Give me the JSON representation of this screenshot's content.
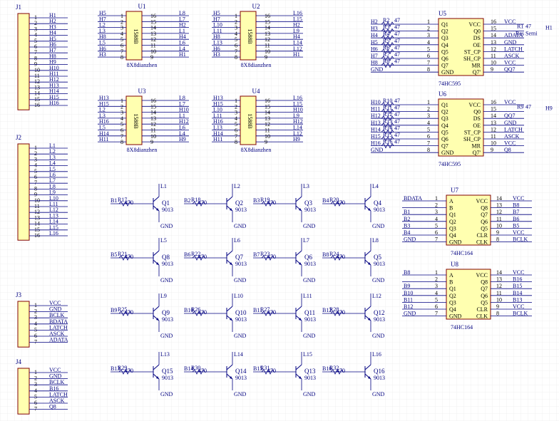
{
  "headers": [
    {
      "ref": "J1",
      "nets": [
        "H1",
        "H2",
        "H3",
        "H4",
        "H5",
        "H6",
        "H7",
        "H8",
        "H9",
        "H10",
        "H11",
        "H12",
        "H13",
        "H14",
        "H15",
        "H16"
      ]
    },
    {
      "ref": "J2",
      "nets": [
        "L1",
        "L2",
        "L3",
        "L4",
        "L5",
        "L6",
        "L7",
        "L8",
        "L9",
        "L10",
        "L11",
        "L12",
        "L13",
        "L14",
        "L15",
        "L16"
      ]
    },
    {
      "ref": "J3",
      "nets": [
        "VCC",
        "GND",
        "BCLK",
        "BDATA",
        "LATCH",
        "ASCK",
        "ADATA"
      ]
    },
    {
      "ref": "J4",
      "nets": [
        "VCC",
        "GND",
        "BCLK",
        "B16",
        "LATCH",
        "ASCK",
        "Q8"
      ]
    }
  ],
  "matrices": [
    {
      "ref": "U1",
      "label": "8X8dianzhen",
      "part": "1588B",
      "left": [
        "H5",
        "H7",
        "L2",
        "L3",
        "H8",
        "L5",
        "H6",
        "H3"
      ],
      "right": [
        "L8",
        "L7",
        "H2",
        "L1",
        "H4",
        "L6",
        "L4",
        "H1"
      ]
    },
    {
      "ref": "U2",
      "label": "8X8dianzhen",
      "part": "1588B",
      "left": [
        "H5",
        "H7",
        "L10",
        "L11",
        "H8",
        "L13",
        "H6",
        "H3"
      ],
      "right": [
        "L16",
        "L15",
        "H2",
        "L9",
        "H4",
        "L14",
        "L12",
        "H1"
      ]
    },
    {
      "ref": "U3",
      "label": "8X8dianzhen",
      "part": "1588B",
      "left": [
        "H13",
        "H15",
        "L2",
        "L3",
        "H16",
        "L5",
        "H14",
        "H11"
      ],
      "right": [
        "L8",
        "L7",
        "H10",
        "L1",
        "H12",
        "L6",
        "L4",
        "H9"
      ]
    },
    {
      "ref": "U4",
      "label": "8X8dianzhen",
      "part": "1588B",
      "left": [
        "H13",
        "H15",
        "L10",
        "L11",
        "H16",
        "L13",
        "H14",
        "H11"
      ],
      "right": [
        "L16",
        "L15",
        "H10",
        "L9",
        "H12",
        "L14",
        "L12",
        "H9"
      ]
    }
  ],
  "shift_regs": [
    {
      "ref": "U5",
      "part": "74HC595",
      "inputs": [
        "H2",
        "H3",
        "H4",
        "H5",
        "H6",
        "H7",
        "H8",
        "GND"
      ],
      "res": [
        "R2",
        "R3",
        "R4",
        "R5",
        "R6",
        "R7",
        "R8"
      ],
      "res_val": "47",
      "lpins": [
        "Q1",
        "Q2",
        "Q3",
        "Q4",
        "Q5",
        "Q6",
        "Q7",
        "GND"
      ],
      "rpins": [
        "VCC",
        "Q0",
        "DS",
        "OE",
        "ST_CP",
        "SH_CP",
        "MR",
        "Q7'"
      ],
      "rnets": [
        "VCC",
        "",
        "ADATA",
        "GND",
        "LATCH",
        "ASCK",
        "VCC",
        "QQ7"
      ],
      "extra_res": "R1",
      "extra_val": "47",
      "extra_net": "H1",
      "extra_lbl": "Res Semi"
    },
    {
      "ref": "U6",
      "part": "74HC595",
      "inputs": [
        "H10",
        "H11",
        "H12",
        "H13",
        "H14",
        "H15",
        "H16",
        "GND"
      ],
      "res": [
        "R10",
        "R11",
        "R12",
        "R13",
        "R14",
        "R15",
        "R16"
      ],
      "res_val": "47",
      "lpins": [
        "Q1",
        "Q2",
        "Q3",
        "Q4",
        "Q5",
        "Q6",
        "Q7",
        "GND"
      ],
      "rpins": [
        "VCC",
        "Q0",
        "DS",
        "OE",
        "ST_CP",
        "SH_CP",
        "MR",
        "Q7'"
      ],
      "rnets": [
        "VCC",
        "",
        "QQ7",
        "GND",
        "LATCH",
        "ASCK",
        "VCC",
        "Q8"
      ],
      "extra_res": "R9",
      "extra_val": "47",
      "extra_net": "H9",
      "extra_lbl": ""
    }
  ],
  "counters": [
    {
      "ref": "U7",
      "part": "74HC164",
      "lnets": [
        "BDATA",
        "",
        "B1",
        "B2",
        "B3",
        "B4",
        "GND"
      ],
      "lpins": [
        "A",
        "B",
        "Q1",
        "Q2",
        "Q3",
        "Q4",
        "GND"
      ],
      "rpins": [
        "VCC",
        "Q8",
        "Q7",
        "Q6",
        "Q5",
        "CLR",
        "CLK"
      ],
      "rnets": [
        "VCC",
        "B8",
        "B7",
        "B6",
        "B5",
        "VCC",
        "BCLK"
      ]
    },
    {
      "ref": "U8",
      "part": "74HC164",
      "lnets": [
        "B8",
        "",
        "B9",
        "B10",
        "B11",
        "B12",
        "GND"
      ],
      "lpins": [
        "A",
        "B",
        "Q1",
        "Q2",
        "Q3",
        "Q4",
        "GND"
      ],
      "rpins": [
        "VCC",
        "Q8",
        "Q7",
        "Q6",
        "Q5",
        "CLR",
        "CLK"
      ],
      "rnets": [
        "VCC",
        "B16",
        "B15",
        "B14",
        "B13",
        "VCC",
        "BCLK"
      ]
    }
  ],
  "transistors": [
    {
      "ref": "Q1",
      "base": "B1",
      "res": "R17",
      "col": "L1"
    },
    {
      "ref": "Q2",
      "base": "B2",
      "res": "R18",
      "col": "L2"
    },
    {
      "ref": "Q3",
      "base": "B3",
      "res": "R19",
      "col": "L3"
    },
    {
      "ref": "Q4",
      "base": "B4",
      "res": "R20",
      "col": "L4"
    },
    {
      "ref": "Q8",
      "base": "B5",
      "res": "R21",
      "col": "L5"
    },
    {
      "ref": "Q7",
      "base": "B6",
      "res": "R22",
      "col": "L6"
    },
    {
      "ref": "Q6",
      "base": "B7",
      "res": "R23",
      "col": "L7"
    },
    {
      "ref": "Q5",
      "base": "B8",
      "res": "R24",
      "col": "L8"
    },
    {
      "ref": "Q9",
      "base": "B9",
      "res": "R25",
      "col": "L9"
    },
    {
      "ref": "Q10",
      "base": "B10",
      "res": "R26",
      "col": "L10"
    },
    {
      "ref": "Q11",
      "base": "B11",
      "res": "R27",
      "col": "L11"
    },
    {
      "ref": "Q12",
      "base": "B12",
      "res": "R28",
      "col": "L12"
    },
    {
      "ref": "Q15",
      "base": "B13",
      "res": "R29",
      "col": "L13"
    },
    {
      "ref": "Q14",
      "base": "B14",
      "res": "R30",
      "col": "L14"
    },
    {
      "ref": "Q13",
      "base": "B15",
      "res": "R31",
      "col": "L15"
    },
    {
      "ref": "Q16",
      "base": "B16",
      "res": "R32",
      "col": "L16"
    }
  ],
  "transistor_part": "9013",
  "transistor_res_val": "470",
  "gnd_label": "GND",
  "colors": {
    "wire": "#000080",
    "body": "#ffffb0",
    "outline": "#800000",
    "grid": "#e6e6e6"
  }
}
